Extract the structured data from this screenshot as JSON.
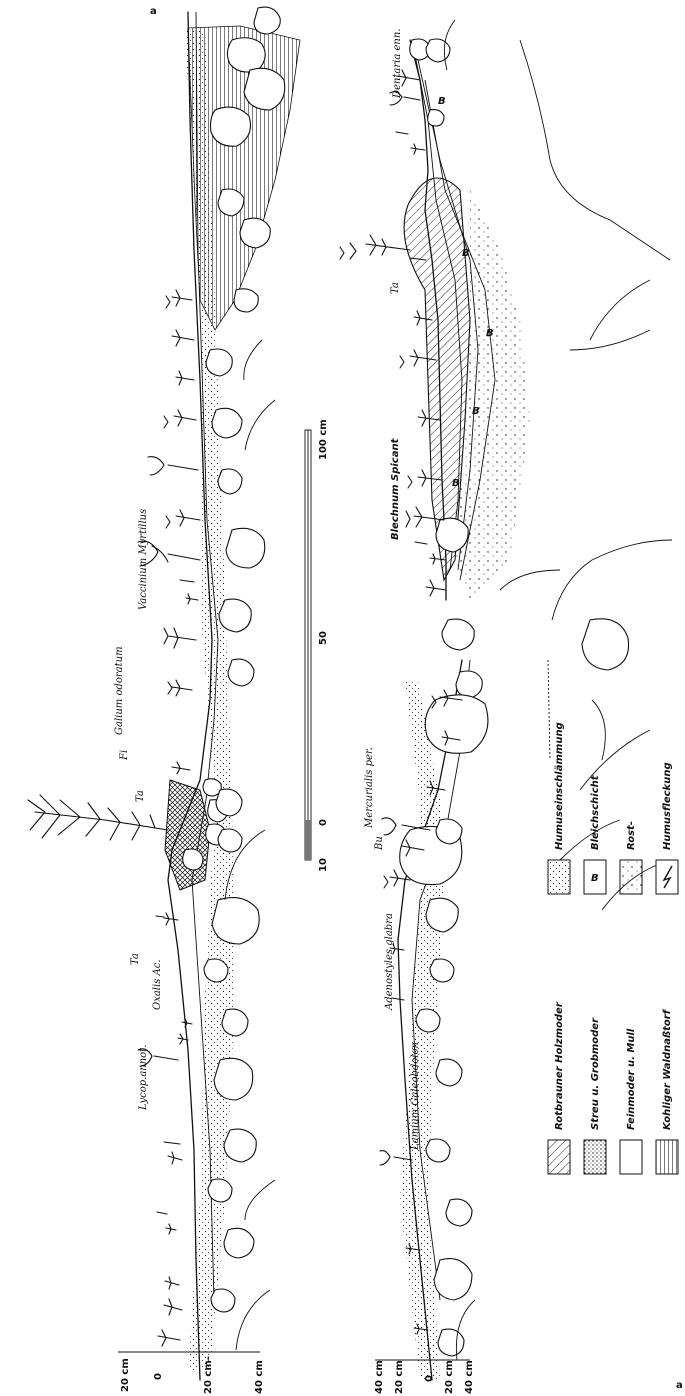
{
  "profile_a": {
    "mark": "a",
    "axis": [
      "20 cm",
      "0",
      "20 cm-",
      "40 cm"
    ],
    "plants": [
      "Lycop.annot.",
      "Oxalis Ac.",
      "Ta",
      "Ta",
      "Fi",
      "Galium odoratum",
      "Vaccinium Myrtillus"
    ]
  },
  "profile_b": {
    "mark": "a",
    "axis": [
      "40 cm",
      "20 cm",
      "0",
      "20 cm",
      "40 cm"
    ],
    "plants": [
      "Lamium Galeobdolon",
      "Adenostyles glabra",
      "Bu",
      "Mercurialis per."
    ]
  },
  "profile_c": {
    "plants": [
      "Blechnum Spicant",
      "Ta",
      "Dentaria enn."
    ],
    "b_marks": [
      "B",
      "B",
      "B",
      "B",
      "B"
    ]
  },
  "scale": {
    "ticks": [
      "10",
      "0",
      "50",
      "100 cm"
    ]
  },
  "legend": [
    {
      "label": "Rotbrauner Holzmoder",
      "pattern": "hatch"
    },
    {
      "label": "Streu u. Grobmoder",
      "pattern": "dense-dots"
    },
    {
      "label": "Feinmoder u. Mull",
      "pattern": "blank"
    },
    {
      "label": "Kohliger Waldnaßtorf",
      "pattern": "stripes"
    },
    {
      "label": "Humuseinschlämmung",
      "pattern": "dots"
    },
    {
      "label": "Bleichschicht",
      "pattern": "letter",
      "letter": "B"
    },
    {
      "label": "Rost-",
      "pattern": "sparse-dots"
    },
    {
      "label": "Humusfleckung",
      "pattern": "stroke"
    }
  ]
}
